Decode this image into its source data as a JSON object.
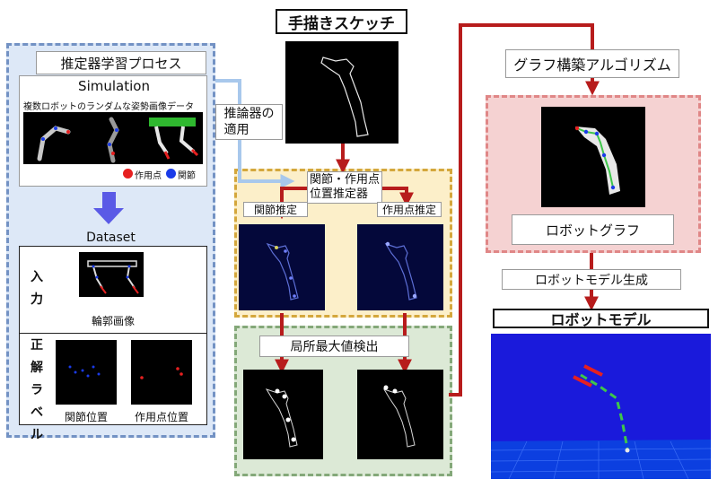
{
  "colors": {
    "blue_panel_bg": "#dde8f7",
    "blue_panel_border": "#7392c4",
    "orange_panel_bg": "#fcefc9",
    "orange_panel_border": "#d4a73c",
    "green_panel_bg": "#dce9d6",
    "green_panel_border": "#84a879",
    "pink_panel_bg": "#f5d2d2",
    "pink_panel_border": "#e08787",
    "arrow_red": "#b71c1c",
    "arrow_blue": "#a8c8ec",
    "arrow_violet": "#5a5ae6",
    "joint_dot": "#1a3be8",
    "action_dot": "#e62020",
    "graph_green": "#3ec64a"
  },
  "estimator_learning": {
    "title": "推定器学習プロセス",
    "simulation_label": "Simulation",
    "caption": "複数ロボットのランダムな姿勢画像データ",
    "legend_action": "作用点",
    "legend_joint": "関節"
  },
  "dataset": {
    "title": "Dataset",
    "input_label": "入力",
    "input_caption": "輪郭画像",
    "label_label": "正解ラベル",
    "joint_caption": "関節位置",
    "action_caption": "作用点位置"
  },
  "apply_label": "推論器の\n適用",
  "sketch_title": "手描きスケッチ",
  "estimator": {
    "title": "関節・作用点\n位置推定器",
    "joint_estimation": "関節推定",
    "action_estimation": "作用点推定"
  },
  "local_max_label": "局所最大値検出",
  "graph_algorithm_label": "グラフ構築アルゴリズム",
  "robot_graph_label": "ロボットグラフ",
  "model_generation_label": "ロボットモデル生成",
  "robot_model_title": "ロボットモデル"
}
